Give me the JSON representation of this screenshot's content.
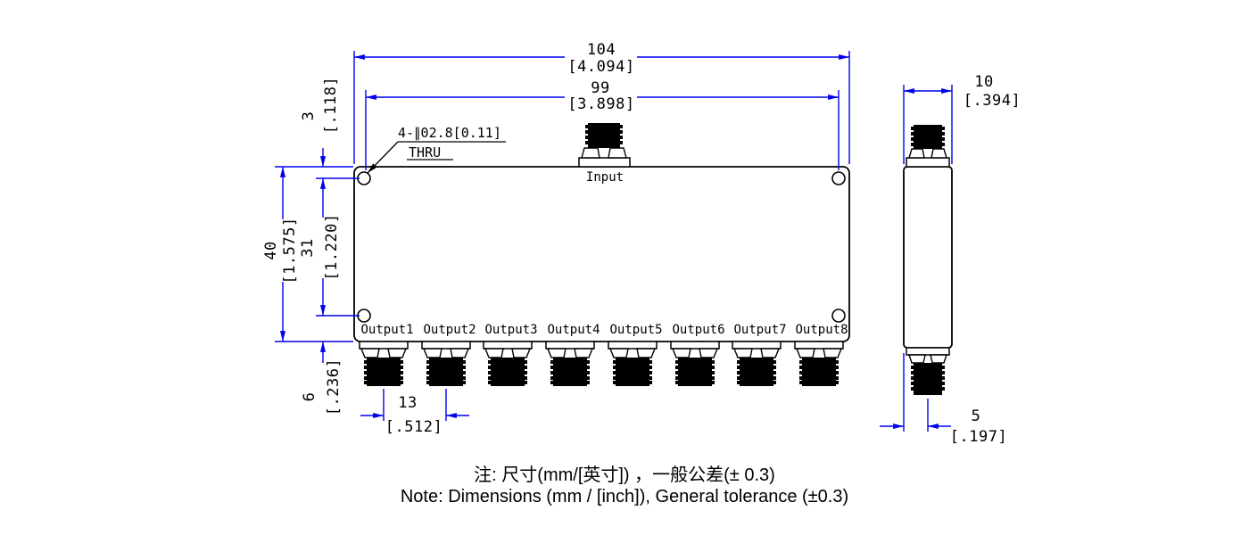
{
  "views": {
    "front": {
      "input_label": "Input",
      "output_labels": [
        "Output1",
        "Output2",
        "Output3",
        "Output4",
        "Output5",
        "Output6",
        "Output7",
        "Output8"
      ],
      "hole_callout_line1": "4-∥02.8[0.11]",
      "hole_callout_line2": "THRU"
    }
  },
  "dims": {
    "overall_width": {
      "mm": "104",
      "inch": "[4.094]"
    },
    "hole_span_width": {
      "mm": "99",
      "inch": "[3.898]"
    },
    "edge_to_hole_top": {
      "mm": "3",
      "inch": "[.118]"
    },
    "overall_height": {
      "mm": "40",
      "inch": "[1.575]"
    },
    "hole_span_height": {
      "mm": "31",
      "inch": "[1.220]"
    },
    "hole_to_bottom": {
      "mm": "6",
      "inch": "[.236]"
    },
    "output_pitch": {
      "mm": "13",
      "inch": "[.512]"
    },
    "side_width": {
      "mm": "10",
      "inch": "[.394]"
    },
    "connector_offset": {
      "mm": "5",
      "inch": "[.197]"
    }
  },
  "notes": {
    "zh": "注: 尺寸(mm/[英寸]) ，一般公差(± 0.3)",
    "en": "Note: Dimensions (mm / [inch]), General tolerance (±0.3)"
  },
  "colors": {
    "dimension_line": "#0000ee",
    "geometry_line": "#000000",
    "background": "#ffffff"
  }
}
